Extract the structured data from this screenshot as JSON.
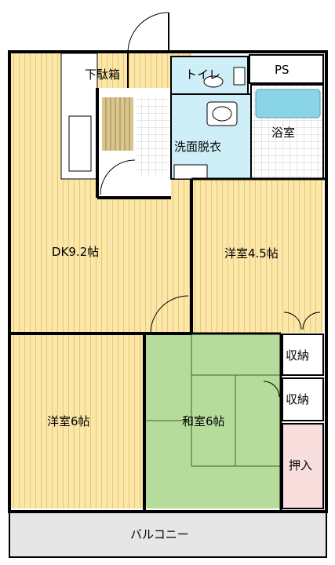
{
  "rooms": {
    "geta_bako": "下駄箱",
    "toilet": "トイレ",
    "ps": "PS",
    "bath": "浴室",
    "washroom": "洗面脱衣",
    "dk": "DK9.2帖",
    "western_small": "洋室4.5帖",
    "storage_1": "収納",
    "storage_2": "収納",
    "western_6": "洋室6帖",
    "japanese_6": "和室6帖",
    "closet": "押入",
    "balcony": "バルコニー"
  },
  "colors": {
    "wood_floor": "#fbe7a8",
    "wood_stripe": "#e9c57a",
    "tatami": "#b6dc9c",
    "tatami_line": "#2f6d2f",
    "wet_area": "#cfeff8",
    "tile_grid": "#cfcfcf",
    "bathtub": "#8ad4e8",
    "closet_pink": "#f9dede",
    "balcony": "#e6e6e6",
    "wall": "#000000",
    "stair_tread": "#c8b27a"
  }
}
